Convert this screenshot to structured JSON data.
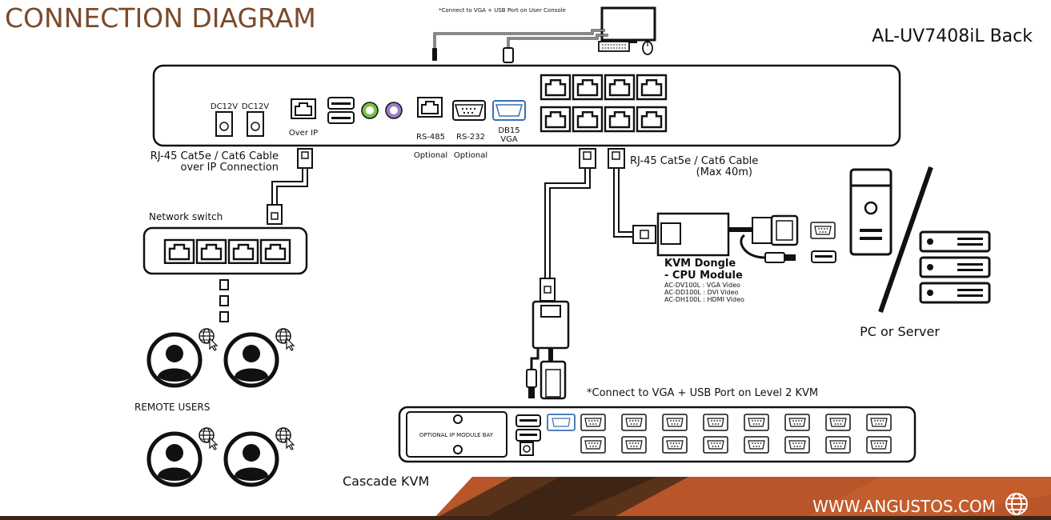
{
  "header": {
    "title": "CONNECTION DIAGRAM",
    "model": "AL-UV7408iL Back",
    "top_note": "*Connect to VGA + USB Port on User Console"
  },
  "main_unit": {
    "dc1": "DC12V",
    "dc2": "DC12V",
    "over_ip": "Over IP",
    "rs485": "RS-485",
    "rs232": "RS-232",
    "db15_1": "DB15",
    "db15_2": "VGA",
    "optional1": "Optional",
    "optional2": "Optional"
  },
  "labels": {
    "cat_ip_1": "RJ-45 Cat5e / Cat6 Cable",
    "cat_ip_2": "over IP Connection",
    "cat_max_1": "RJ-45 Cat5e / Cat6 Cable",
    "cat_max_2": "(Max 40m)",
    "network_switch": "Network switch",
    "remote_users": "REMOTE USERS",
    "dongle_1": "KVM Dongle",
    "dongle_2": "- CPU Module",
    "dongle_v1": "AC-DV100L : VGA Video",
    "dongle_v2": "AC-DD100L : DVI Video",
    "dongle_v3": "AC-DH100L : HDMI Video",
    "pc_server": "PC or Server",
    "level2_note": "*Connect to VGA + USB Port on Level 2 KVM",
    "ip_bay": "OPTIONAL IP MODULE BAY",
    "cascade": "Cascade KVM"
  },
  "footer": {
    "url": "WWW.ANGUSTOS.COM"
  },
  "colors": {
    "title_brown": "#7a4a2c",
    "orange": "#b8562a",
    "dark_brown": "#3e2415",
    "vga_blue": "#3b6fb5"
  },
  "icons": [
    "globe-icon",
    "monitor-icon",
    "keyboard-icon",
    "mouse-icon",
    "user-icon",
    "server-icon",
    "pc-tower-icon"
  ]
}
